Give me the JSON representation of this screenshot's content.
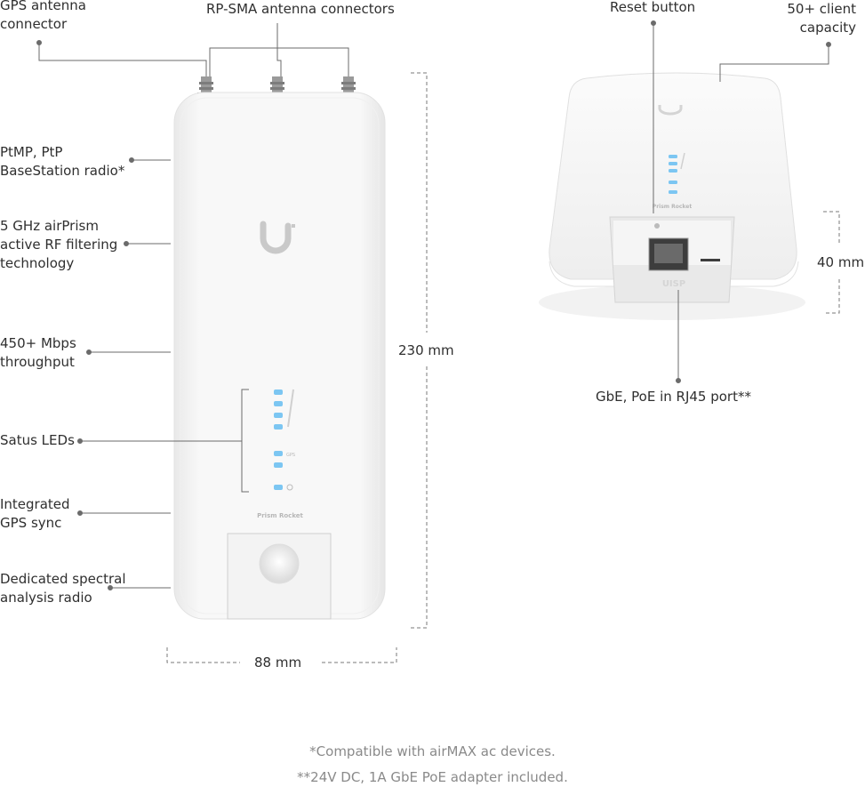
{
  "labels": {
    "gps_antenna": "GPS antenna\nconnector",
    "rpsma": "RP-SMA antenna connectors",
    "ptmp": "PtMP, PtP\nBaseStation radio*",
    "airprism": "5 GHz airPrism\nactive RF filtering\ntechnology",
    "throughput": "450+ Mbps\nthroughput",
    "leds": "Satus LEDs",
    "gps_sync": "Integrated\nGPS sync",
    "spectral": "Dedicated spectral\nanalysis radio",
    "reset": "Reset button",
    "clients": "50+ client\ncapacity",
    "port": "GbE, PoE in RJ45 port**"
  },
  "dimensions": {
    "height": "230 mm",
    "width": "88  mm",
    "depth": "40 mm"
  },
  "device": {
    "front_model": "Prism Rocket",
    "back_model": "Prism Rocket",
    "back_badge": "UISP",
    "led_gps": "GPS"
  },
  "notes": {
    "note1": "*Compatible with airMAX ac devices.",
    "note2": "**24V DC, 1A GbE PoE adapter included."
  },
  "colors": {
    "led": "#7cc6f2",
    "leader": "#666666",
    "dim_line": "#777777",
    "device_body": "#f6f6f6"
  }
}
